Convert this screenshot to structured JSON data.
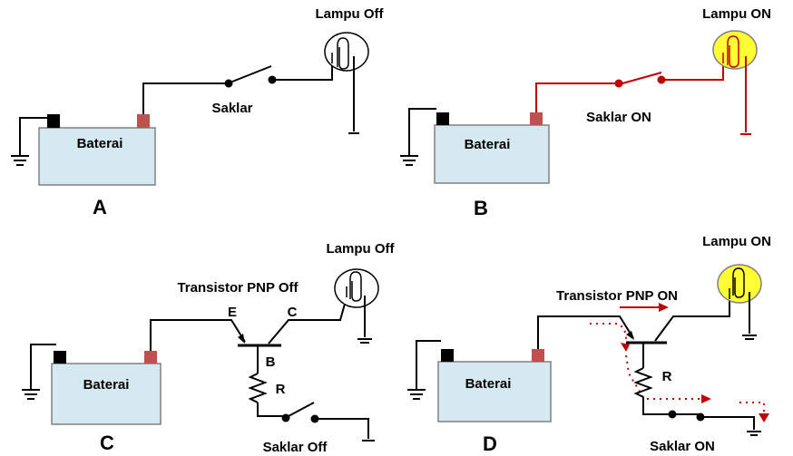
{
  "colors": {
    "wire_off": "#000000",
    "wire_on": "#c00000",
    "battery_fill": "#d4eaf0",
    "terminal_negative": "#000000",
    "terminal_positive": "#c0504d",
    "lamp_on_fill": "#ffff33",
    "current_arrow": "#c00000"
  },
  "panels": {
    "a": {
      "letter": "A",
      "battery": "Baterai",
      "switch": "Saklar",
      "lamp": "Lampu Off"
    },
    "b": {
      "letter": "B",
      "battery": "Baterai",
      "switch": "Saklar ON",
      "lamp": "Lampu ON"
    },
    "c": {
      "letter": "C",
      "battery": "Baterai",
      "switch": "Saklar Off",
      "lamp": "Lampu Off",
      "transistor": "Transistor PNP Off",
      "emitter": "E",
      "collector": "C",
      "base": "B",
      "resistor": "R"
    },
    "d": {
      "letter": "D",
      "battery": "Baterai",
      "switch": "Saklar ON",
      "lamp": "Lampu ON",
      "transistor": "Transistor PNP ON",
      "resistor": "R"
    }
  }
}
